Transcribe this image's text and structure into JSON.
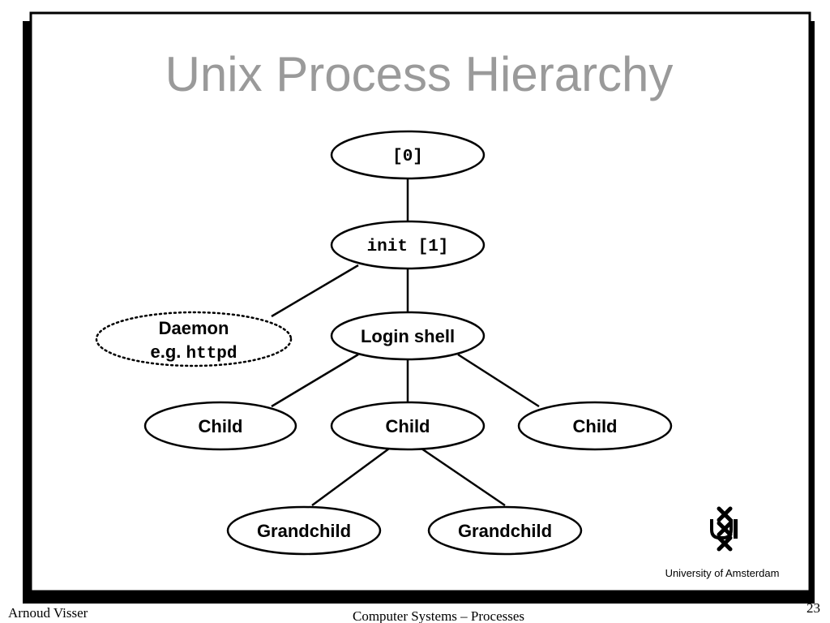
{
  "slide": {
    "title": "Unix Process Hierarchy",
    "author": "Arnoud Visser",
    "course": "Computer Systems – Processes",
    "page_number": "23",
    "institution": "University  of Amsterdam",
    "logo_letters": "UvA"
  },
  "diagram": {
    "nodes": {
      "proc0": "[0]",
      "init": "init [1]",
      "daemon_line1": "Daemon",
      "daemon_eg": "e.g. ",
      "daemon_cmd": "httpd",
      "login_shell": "Login shell",
      "child_left": "Child",
      "child_middle": "Child",
      "child_right": "Child",
      "grandchild_left": "Grandchild",
      "grandchild_right": "Grandchild"
    }
  },
  "colors": {
    "title": "#9a9a9a",
    "border": "#000000",
    "background": "#ffffff"
  }
}
